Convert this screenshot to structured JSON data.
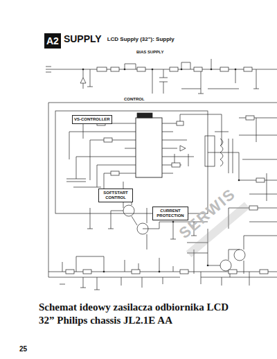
{
  "diagram": {
    "title": "LCD Supply (32\"): Supply",
    "caption": "Schemat ideowy zasilacza odbiornika LCD 32” Philips chassis JL2.1E AA",
    "nodes": [
      {
        "text": [
          "A2"
        ]
      },
      {
        "text": [
          "VS-CONTROLLER"
        ]
      },
      {
        "text": [
          "SOFTSTART CONTROL"
        ]
      },
      {
        "text": [
          "CURRENT PROTECTION"
        ]
      }
    ],
    "labels": [
      "SUPPLY",
      "BIAS SUPPLY",
      "CONTROL",
      "SERWIS",
      "25"
    ]
  }
}
